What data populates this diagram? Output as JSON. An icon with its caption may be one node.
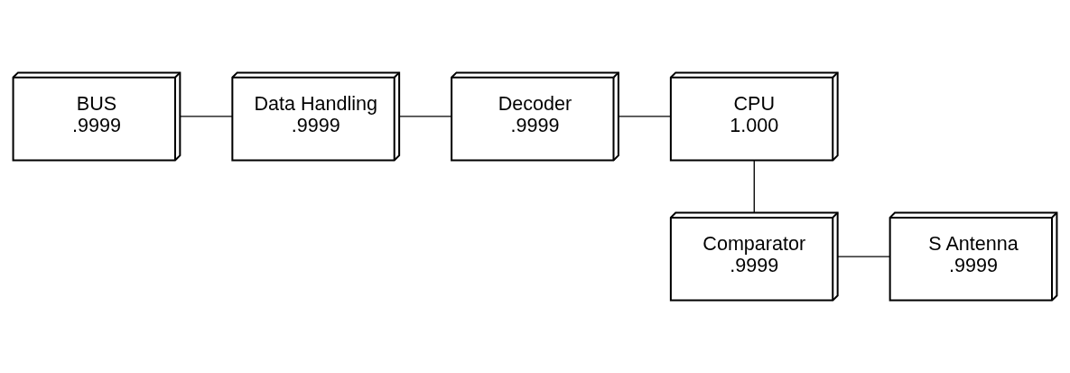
{
  "diagram": {
    "nodes": [
      {
        "text": [
          "BUS",
          ".9999"
        ]
      },
      {
        "text": [
          "Data Handling",
          ".9999"
        ]
      },
      {
        "text": [
          "Decoder",
          ".9999"
        ]
      },
      {
        "text": [
          "CPU",
          "1.000"
        ]
      },
      {
        "text": [
          "Comparator",
          ".9999"
        ]
      },
      {
        "text": [
          "S Antenna",
          ".9999"
        ]
      }
    ],
    "edges": [
      {
        "from": 0,
        "to": 1,
        "arrow": "none"
      },
      {
        "from": 1,
        "to": 2,
        "arrow": "none"
      },
      {
        "from": 2,
        "to": 3,
        "arrow": "none"
      },
      {
        "from": 3,
        "to": 4,
        "arrow": "none"
      },
      {
        "from": 4,
        "to": 5,
        "arrow": "none"
      }
    ]
  }
}
